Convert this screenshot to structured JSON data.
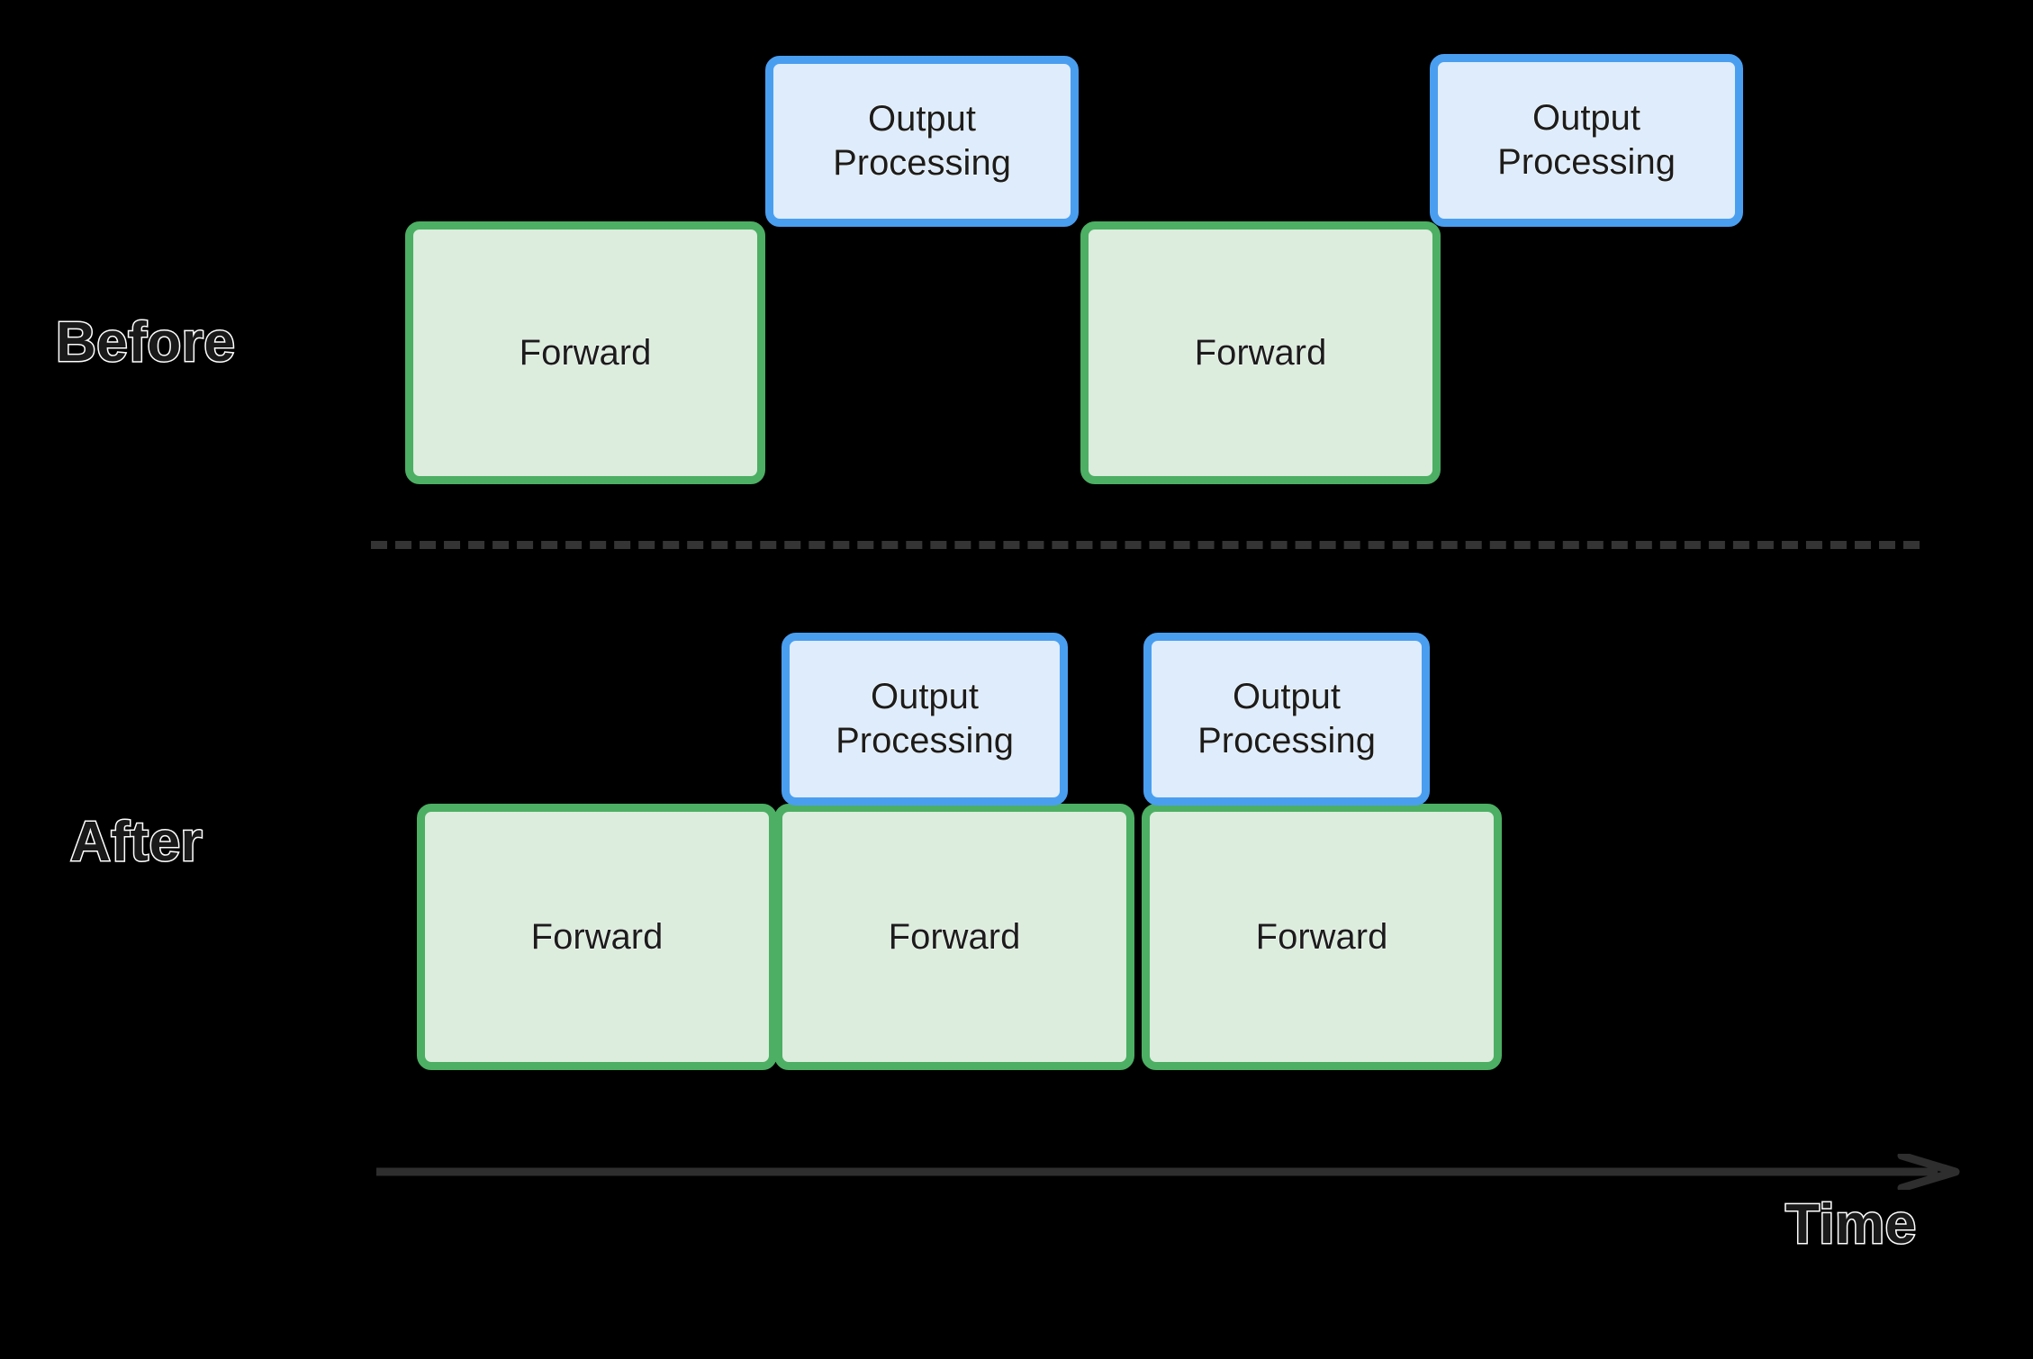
{
  "diagram": {
    "title_absent": true,
    "background_color": "#000000",
    "axis": {
      "label": "Time",
      "direction": "left-to-right",
      "arrow_color": "#2e2e2e"
    },
    "divider": {
      "style": "dashed",
      "color": "#343434"
    },
    "palette": {
      "forward_fill": "#dcecdd",
      "forward_border": "#4caf63",
      "output_fill": "#deecfb",
      "output_border": "#4a9ef0",
      "label_fill": "#1a1a1a",
      "label_stroke": "#ffffff"
    },
    "rows": [
      {
        "label": "Before",
        "blocks": [
          {
            "kind": "forward",
            "text": "Forward"
          },
          {
            "kind": "output",
            "text": "Output\nProcessing"
          },
          {
            "kind": "forward",
            "text": "Forward"
          },
          {
            "kind": "output",
            "text": "Output\nProcessing"
          }
        ]
      },
      {
        "label": "After",
        "blocks": [
          {
            "kind": "forward",
            "text": "Forward"
          },
          {
            "kind": "forward",
            "text": "Forward"
          },
          {
            "kind": "forward",
            "text": "Forward"
          },
          {
            "kind": "output",
            "text": "Output\nProcessing"
          },
          {
            "kind": "output",
            "text": "Output\nProcessing"
          }
        ]
      }
    ]
  }
}
